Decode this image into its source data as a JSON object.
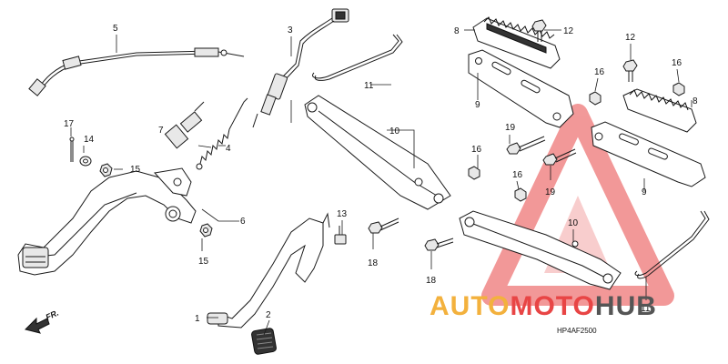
{
  "diagram": {
    "code": "HP4AF2500",
    "direction_label": "FR.",
    "callouts": {
      "c1": "1",
      "c2": "2",
      "c3": "3",
      "c4": "4",
      "c5": "5",
      "c6": "6",
      "c7": "7",
      "c8a": "8",
      "c8b": "8",
      "c9a": "9",
      "c9b": "9",
      "c10a": "10",
      "c10b": "10",
      "c11a": "11",
      "c11b": "11",
      "c12a": "12",
      "c12b": "12",
      "c13": "13",
      "c14": "14",
      "c15a": "15",
      "c15b": "15",
      "c16a": "16",
      "c16b": "16",
      "c16c": "16",
      "c16d": "16",
      "c17": "17",
      "c18a": "18",
      "c18b": "18",
      "c19a": "19",
      "c19b": "19"
    }
  },
  "watermark": {
    "part1": "AUTO",
    "part2": "MOTO",
    "part3": "HUB",
    "colors": {
      "auto": "#f3b13d",
      "moto": "#e84545",
      "hub": "#555555",
      "triangle": "#e84545"
    }
  }
}
